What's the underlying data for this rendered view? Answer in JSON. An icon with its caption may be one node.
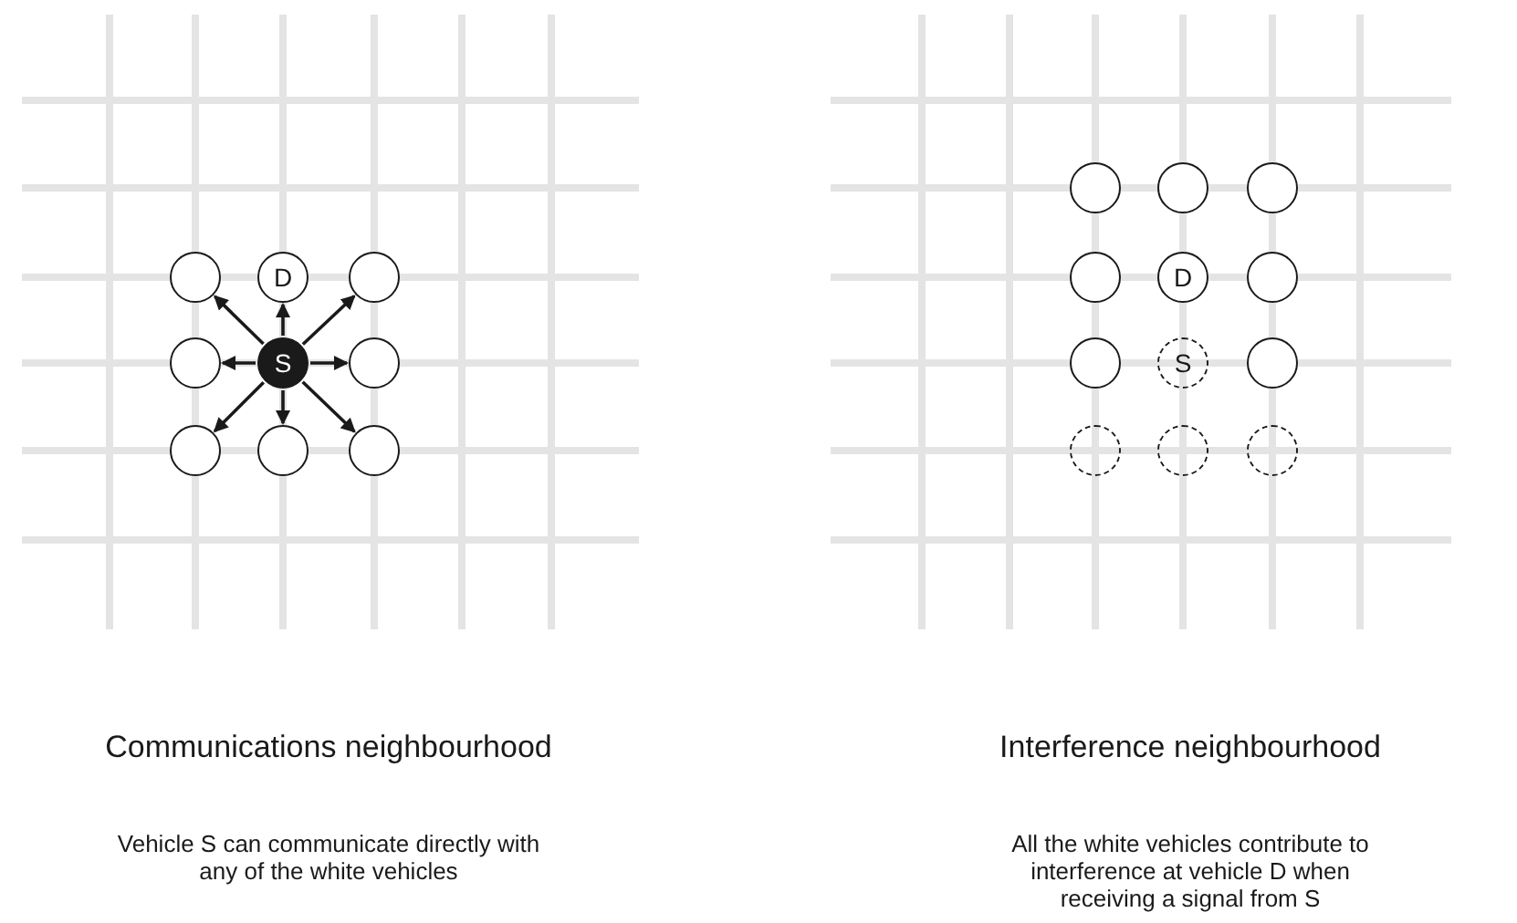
{
  "diagram": {
    "nodes": [
      {
        "text": [],
        "shape": "circle"
      },
      {
        "text": [
          "D"
        ]
      },
      {
        "text": [],
        "shape": "circle"
      },
      {
        "text": [],
        "shape": "circle"
      },
      {
        "text": [
          "S"
        ]
      },
      {
        "text": [],
        "shape": "circle"
      },
      {
        "text": [],
        "shape": "circle"
      },
      {
        "text": [],
        "shape": "circle"
      },
      {
        "text": [],
        "shape": "circle"
      },
      {
        "text": [],
        "shape": "circle"
      },
      {
        "text": [],
        "shape": "circle"
      },
      {
        "text": [],
        "shape": "circle"
      },
      {
        "text": [],
        "shape": "circle"
      },
      {
        "text": [
          "D"
        ]
      },
      {
        "text": [],
        "shape": "circle"
      },
      {
        "text": [],
        "shape": "circle"
      },
      {
        "text": [
          "S"
        ]
      },
      {
        "text": [],
        "shape": "circle"
      },
      {
        "text": [],
        "shape": "circle"
      },
      {
        "text": [],
        "shape": "circle"
      },
      {
        "text": [],
        "shape": "circle"
      }
    ],
    "edges": [
      {
        "from": 4,
        "to": 0,
        "arrow": "to"
      },
      {
        "from": 4,
        "to": 1,
        "arrow": "to"
      },
      {
        "from": 4,
        "to": 2,
        "arrow": "to"
      },
      {
        "from": 4,
        "to": 3,
        "arrow": "to"
      },
      {
        "from": 4,
        "to": 5,
        "arrow": "to"
      },
      {
        "from": 4,
        "to": 6,
        "arrow": "to"
      },
      {
        "from": 4,
        "to": 7,
        "arrow": "to"
      },
      {
        "from": 4,
        "to": 8,
        "arrow": "to"
      }
    ],
    "labels": [
      "Communications neighbourhood",
      "Vehicle S can communicate directly with any of the white vehicles",
      "Interference neighbourhood",
      "All the white vehicles contribute to interference at vehicle D when receiving a signal from S"
    ]
  }
}
